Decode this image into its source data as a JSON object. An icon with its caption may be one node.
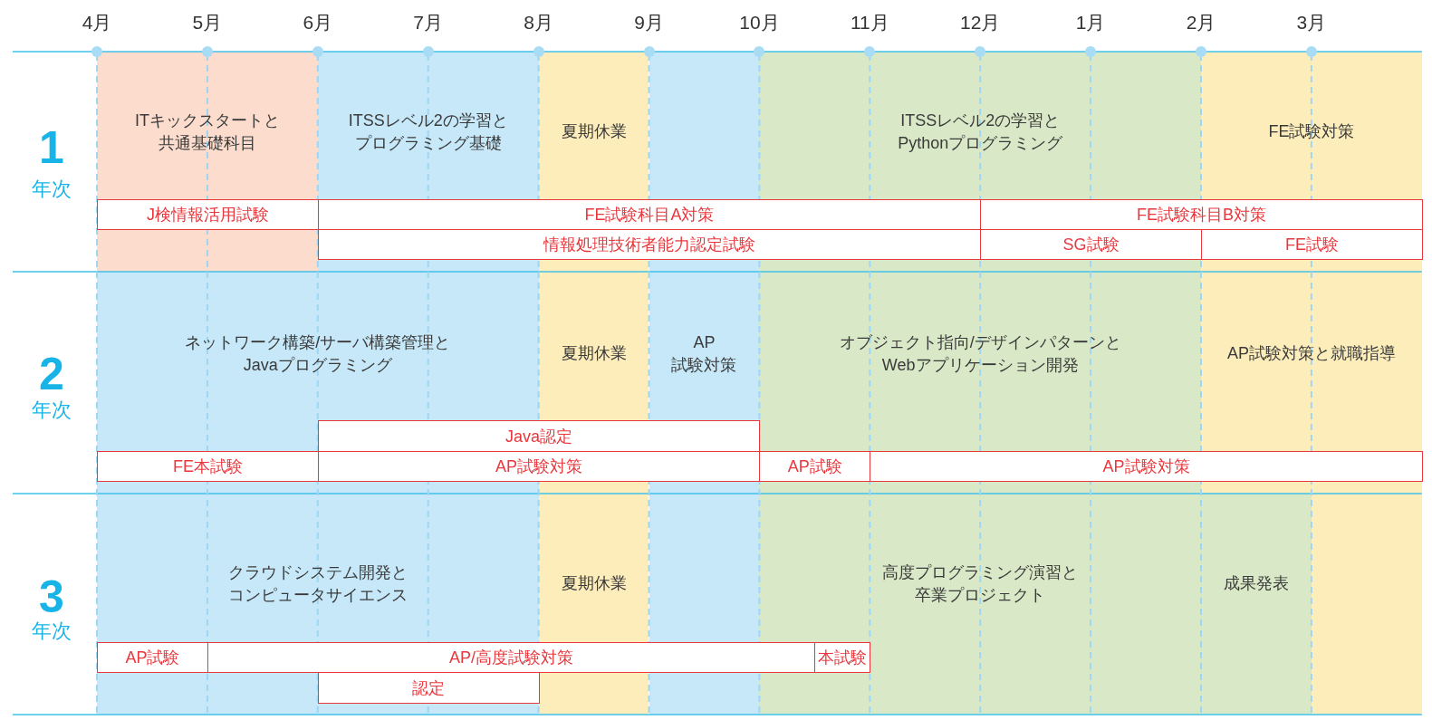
{
  "diagram": {
    "nodes": [
      {
        "text": [
          "ITキックスタートと共通基礎科目"
        ]
      },
      {
        "text": [
          "ITSSレベル2の学習とプログラミング基礎"
        ]
      },
      {
        "text": [
          "夏期休業"
        ]
      },
      {
        "text": [],
        "shape": "box"
      },
      {
        "text": [
          "ITSSレベル2の学習とPythonプログラミング"
        ]
      },
      {
        "text": [
          "FE試験対策"
        ]
      },
      {
        "text": [
          "J検情報活用試験"
        ]
      },
      {
        "text": [
          "FE試験科目A対策"
        ]
      },
      {
        "text": [
          "FE試験科目B対策"
        ]
      },
      {
        "text": [
          "情報処理技術者能力認定試験"
        ]
      },
      {
        "text": [
          "SG試験"
        ]
      },
      {
        "text": [
          "FE試験"
        ]
      },
      {
        "text": [
          "ネットワーク構築/サーバ構築管理とJavaプログラミング"
        ]
      },
      {
        "text": [
          "夏期休業"
        ]
      },
      {
        "text": [
          "AP試験対策"
        ]
      },
      {
        "text": [
          "オブジェクト指向/デザインパターンとWebアプリケーション開発"
        ]
      },
      {
        "text": [
          "AP試験対策と就職指導"
        ]
      },
      {
        "text": [
          "Java認定"
        ]
      },
      {
        "text": [
          "FE本試験"
        ]
      },
      {
        "text": [
          "AP試験対策"
        ]
      },
      {
        "text": [
          "AP試験"
        ]
      },
      {
        "text": [
          "AP試験対策"
        ]
      },
      {
        "text": [
          "クラウドシステム開発とコンピュータサイエンス"
        ]
      },
      {
        "text": [
          "夏期休業"
        ]
      },
      {
        "text": [],
        "shape": "box"
      },
      {
        "text": [
          "高度プログラミング演習と卒業プロジェクト",
          "成果発表"
        ]
      },
      {
        "text": [],
        "shape": "box"
      },
      {
        "text": [
          "AP試験"
        ]
      },
      {
        "text": [
          "AP/高度試験対策"
        ]
      },
      {
        "text": [
          "本試験"
        ]
      },
      {
        "text": [
          "認定"
        ]
      }
    ],
    "labels": [
      "4月",
      "5月",
      "6月",
      "7月",
      "8月",
      "9月",
      "10月",
      "11月",
      "12月",
      "1月",
      "2月",
      "3月",
      "1",
      "年次",
      "2",
      "年次",
      "3",
      "年次"
    ]
  }
}
